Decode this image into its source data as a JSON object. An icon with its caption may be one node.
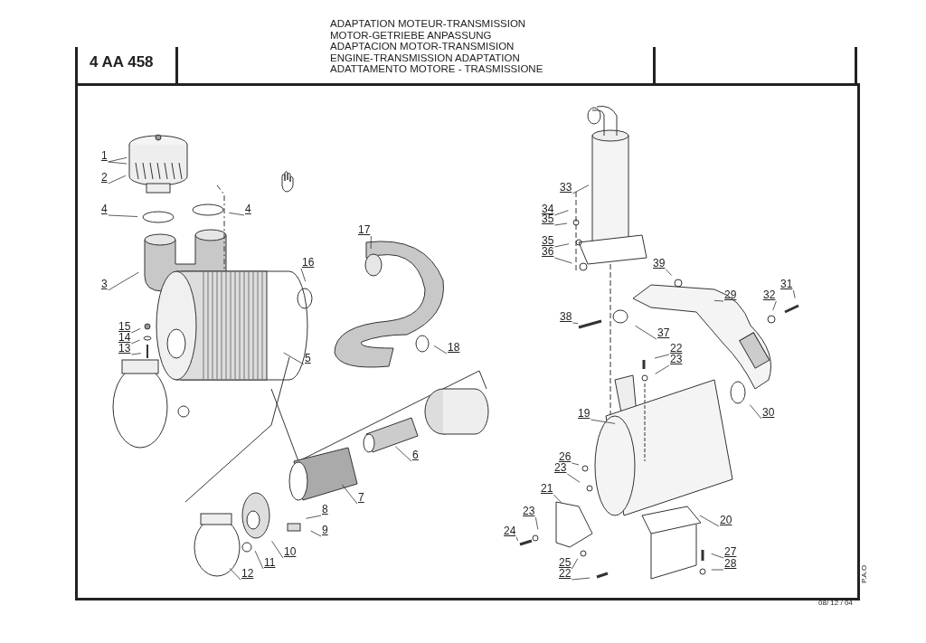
{
  "diagram": {
    "nodes": [
      {
        "text": [
          "1"
        ]
      },
      {
        "text": [
          "2"
        ]
      },
      {
        "text": [
          "4"
        ]
      },
      {
        "text": [
          "4"
        ]
      },
      {
        "text": [
          "3"
        ]
      },
      {
        "text": [
          "17"
        ]
      },
      {
        "text": [
          "16"
        ]
      },
      {
        "text": [
          "15"
        ]
      },
      {
        "text": [
          "14"
        ]
      },
      {
        "text": [
          "13"
        ]
      },
      {
        "text": [
          "5"
        ]
      },
      {
        "text": [
          "18"
        ]
      },
      {
        "text": [
          "6"
        ]
      },
      {
        "text": [
          "7"
        ]
      },
      {
        "text": [
          "8"
        ]
      },
      {
        "text": [
          "9"
        ]
      },
      {
        "text": [
          "10"
        ]
      },
      {
        "text": [
          "11"
        ]
      },
      {
        "text": [
          "12"
        ]
      },
      {
        "text": [
          "33"
        ]
      },
      {
        "text": [
          "34"
        ]
      },
      {
        "text": [
          "35"
        ]
      },
      {
        "text": [
          "35"
        ]
      },
      {
        "text": [
          "36"
        ]
      },
      {
        "text": [
          "39"
        ]
      },
      {
        "text": [
          "29"
        ]
      },
      {
        "text": [
          "32"
        ]
      },
      {
        "text": [
          "31"
        ]
      },
      {
        "text": [
          "38"
        ]
      },
      {
        "text": [
          "37"
        ]
      },
      {
        "text": [
          "22"
        ]
      },
      {
        "text": [
          "23"
        ]
      },
      {
        "text": [
          "19"
        ]
      },
      {
        "text": [
          "30"
        ]
      },
      {
        "text": [
          "26"
        ]
      },
      {
        "text": [
          "23"
        ]
      },
      {
        "text": [
          "21"
        ]
      },
      {
        "text": [
          "23"
        ]
      },
      {
        "text": [
          "24"
        ]
      },
      {
        "text": [
          "20"
        ]
      },
      {
        "text": [
          "27"
        ]
      },
      {
        "text": [
          "28"
        ]
      },
      {
        "text": [
          "25"
        ]
      },
      {
        "text": [
          "22"
        ]
      }
    ],
    "edges": [
      {
        "from": 0,
        "to": null,
        "arrow": "none"
      },
      {
        "from": 0,
        "to": null,
        "arrow": "none"
      },
      {
        "from": 1,
        "to": null,
        "arrow": "none"
      },
      {
        "from": 2,
        "to": null,
        "arrow": "none"
      },
      {
        "from": 3,
        "to": null,
        "arrow": "none"
      },
      {
        "from": 4,
        "to": null,
        "arrow": "none"
      },
      {
        "from": 5,
        "to": null,
        "arrow": "none"
      },
      {
        "from": 6,
        "to": null,
        "arrow": "none"
      },
      {
        "from": 7,
        "to": null,
        "arrow": "none"
      },
      {
        "from": 8,
        "to": null,
        "arrow": "none"
      },
      {
        "from": 9,
        "to": null,
        "arrow": "none"
      },
      {
        "from": 10,
        "to": null,
        "arrow": "none"
      },
      {
        "from": 11,
        "to": null,
        "arrow": "none"
      },
      {
        "from": 12,
        "to": null,
        "arrow": "none"
      },
      {
        "from": 13,
        "to": null,
        "arrow": "none"
      },
      {
        "from": 14,
        "to": null,
        "arrow": "none"
      },
      {
        "from": 15,
        "to": null,
        "arrow": "none"
      },
      {
        "from": 16,
        "to": null,
        "arrow": "none"
      },
      {
        "from": 17,
        "to": null,
        "arrow": "none"
      },
      {
        "from": 18,
        "to": null,
        "arrow": "none"
      },
      {
        "from": 19,
        "to": null,
        "arrow": "none"
      },
      {
        "from": 20,
        "to": null,
        "arrow": "none"
      },
      {
        "from": 21,
        "to": null,
        "arrow": "none"
      },
      {
        "from": 22,
        "to": null,
        "arrow": "none"
      },
      {
        "from": 23,
        "to": null,
        "arrow": "none"
      },
      {
        "from": 24,
        "to": null,
        "arrow": "none"
      },
      {
        "from": 25,
        "to": null,
        "arrow": "none"
      },
      {
        "from": 26,
        "to": null,
        "arrow": "none"
      },
      {
        "from": 27,
        "to": null,
        "arrow": "none"
      },
      {
        "from": 28,
        "to": null,
        "arrow": "none"
      },
      {
        "from": 29,
        "to": null,
        "arrow": "none"
      },
      {
        "from": 30,
        "to": null,
        "arrow": "none"
      },
      {
        "from": 31,
        "to": null,
        "arrow": "none"
      },
      {
        "from": 32,
        "to": null,
        "arrow": "none"
      },
      {
        "from": 33,
        "to": null,
        "arrow": "none"
      },
      {
        "from": 34,
        "to": null,
        "arrow": "none"
      },
      {
        "from": 35,
        "to": null,
        "arrow": "none"
      },
      {
        "from": 36,
        "to": null,
        "arrow": "none"
      },
      {
        "from": 37,
        "to": null,
        "arrow": "none"
      },
      {
        "from": 38,
        "to": null,
        "arrow": "none"
      },
      {
        "from": 39,
        "to": null,
        "arrow": "none"
      },
      {
        "from": 40,
        "to": null,
        "arrow": "none"
      },
      {
        "from": 41,
        "to": null,
        "arrow": "none"
      },
      {
        "from": 42,
        "to": null,
        "arrow": "none"
      },
      {
        "from": 43,
        "to": null,
        "arrow": "none"
      }
    ],
    "labels": [
      "ADAPTATION MOTEUR-TRANSMISSION",
      "MOTOR-GETRIEBE ANPASSUNG",
      "ADAPTACION MOTOR-TRANSMISION",
      "ENGINE-TRANSMISSION ADAPTATION",
      "ADATTAMENTO MOTORE - TRASMISSIONE",
      "4 AA 458",
      "08/ 12 / 04",
      "P.A.O"
    ]
  }
}
